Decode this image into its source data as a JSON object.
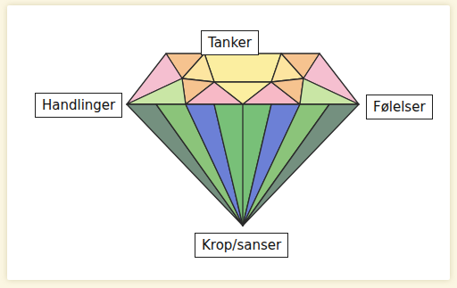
{
  "diagram": {
    "nodes": [
      {
        "text": [
          "Tanker"
        ]
      },
      {
        "text": [
          "Handlinger"
        ]
      },
      {
        "text": [
          "Følelser"
        ]
      },
      {
        "text": [
          "Krop/sanser"
        ]
      }
    ]
  }
}
